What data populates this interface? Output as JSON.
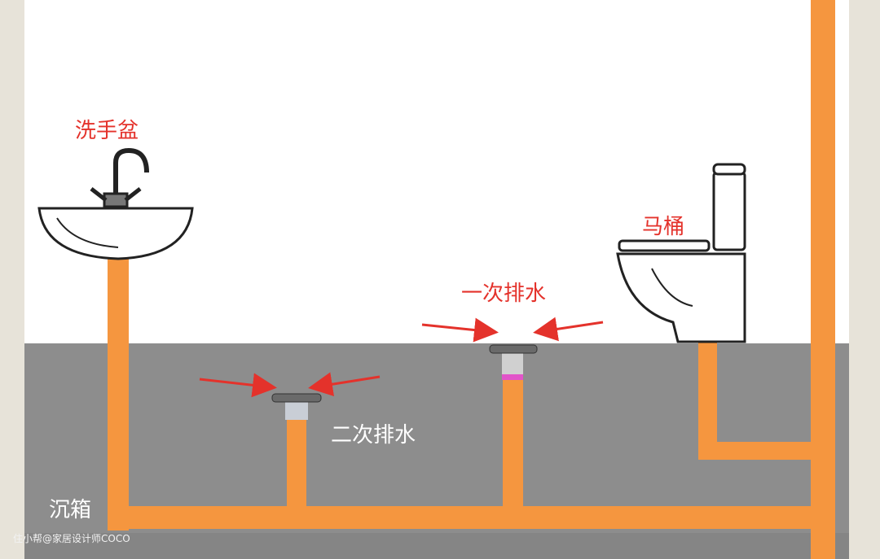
{
  "labels": {
    "sink": "洗手盆",
    "toilet": "马桶",
    "primary_drain": "一次排水",
    "secondary_drain": "二次排水",
    "sunken_box": "沉箱"
  },
  "watermark": "住小帮@家居设计师COCO",
  "colors": {
    "pipe": "#f5963f",
    "floor": "#8d8d8d",
    "wall": "#ffffff",
    "arrow": "#e4322b",
    "border": "#e7e3d9"
  }
}
